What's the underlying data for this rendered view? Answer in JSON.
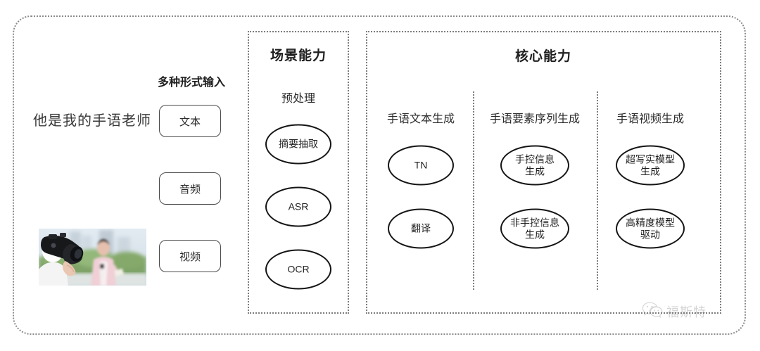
{
  "diagram": {
    "input_section": {
      "heading": "多种形式输入",
      "sample_text": "他是我的手语老师",
      "modalities": [
        {
          "label": "文本",
          "icon": "text-icon"
        },
        {
          "label": "音频",
          "icon": "audio-waveform-icon"
        },
        {
          "label": "视频",
          "icon": "video-thumbnail-icon"
        }
      ]
    },
    "scene_panel": {
      "title": "场景能力",
      "subtitle": "预处理",
      "nodes": [
        "摘要抽取",
        "ASR",
        "OCR"
      ]
    },
    "core_panel": {
      "title": "核心能力",
      "columns": [
        {
          "header": "手语文本生成",
          "nodes": [
            "TN",
            "翻译"
          ]
        },
        {
          "header": "手语要素序列生成",
          "nodes": [
            "手控信息\n生成",
            "非手控信息\n生成"
          ]
        },
        {
          "header": "手语视频生成",
          "nodes": [
            "超写实模型\n生成",
            "高精度模型\n驱动"
          ]
        }
      ]
    },
    "watermark": {
      "text": "福斯特",
      "icon": "wechat-icon"
    },
    "colors": {
      "frame": "#8a8a8a",
      "panel_border": "#7d7d7d",
      "node_border": "#151515",
      "chip_border": "#4a4a4a",
      "text": "#2b2b2b"
    }
  }
}
